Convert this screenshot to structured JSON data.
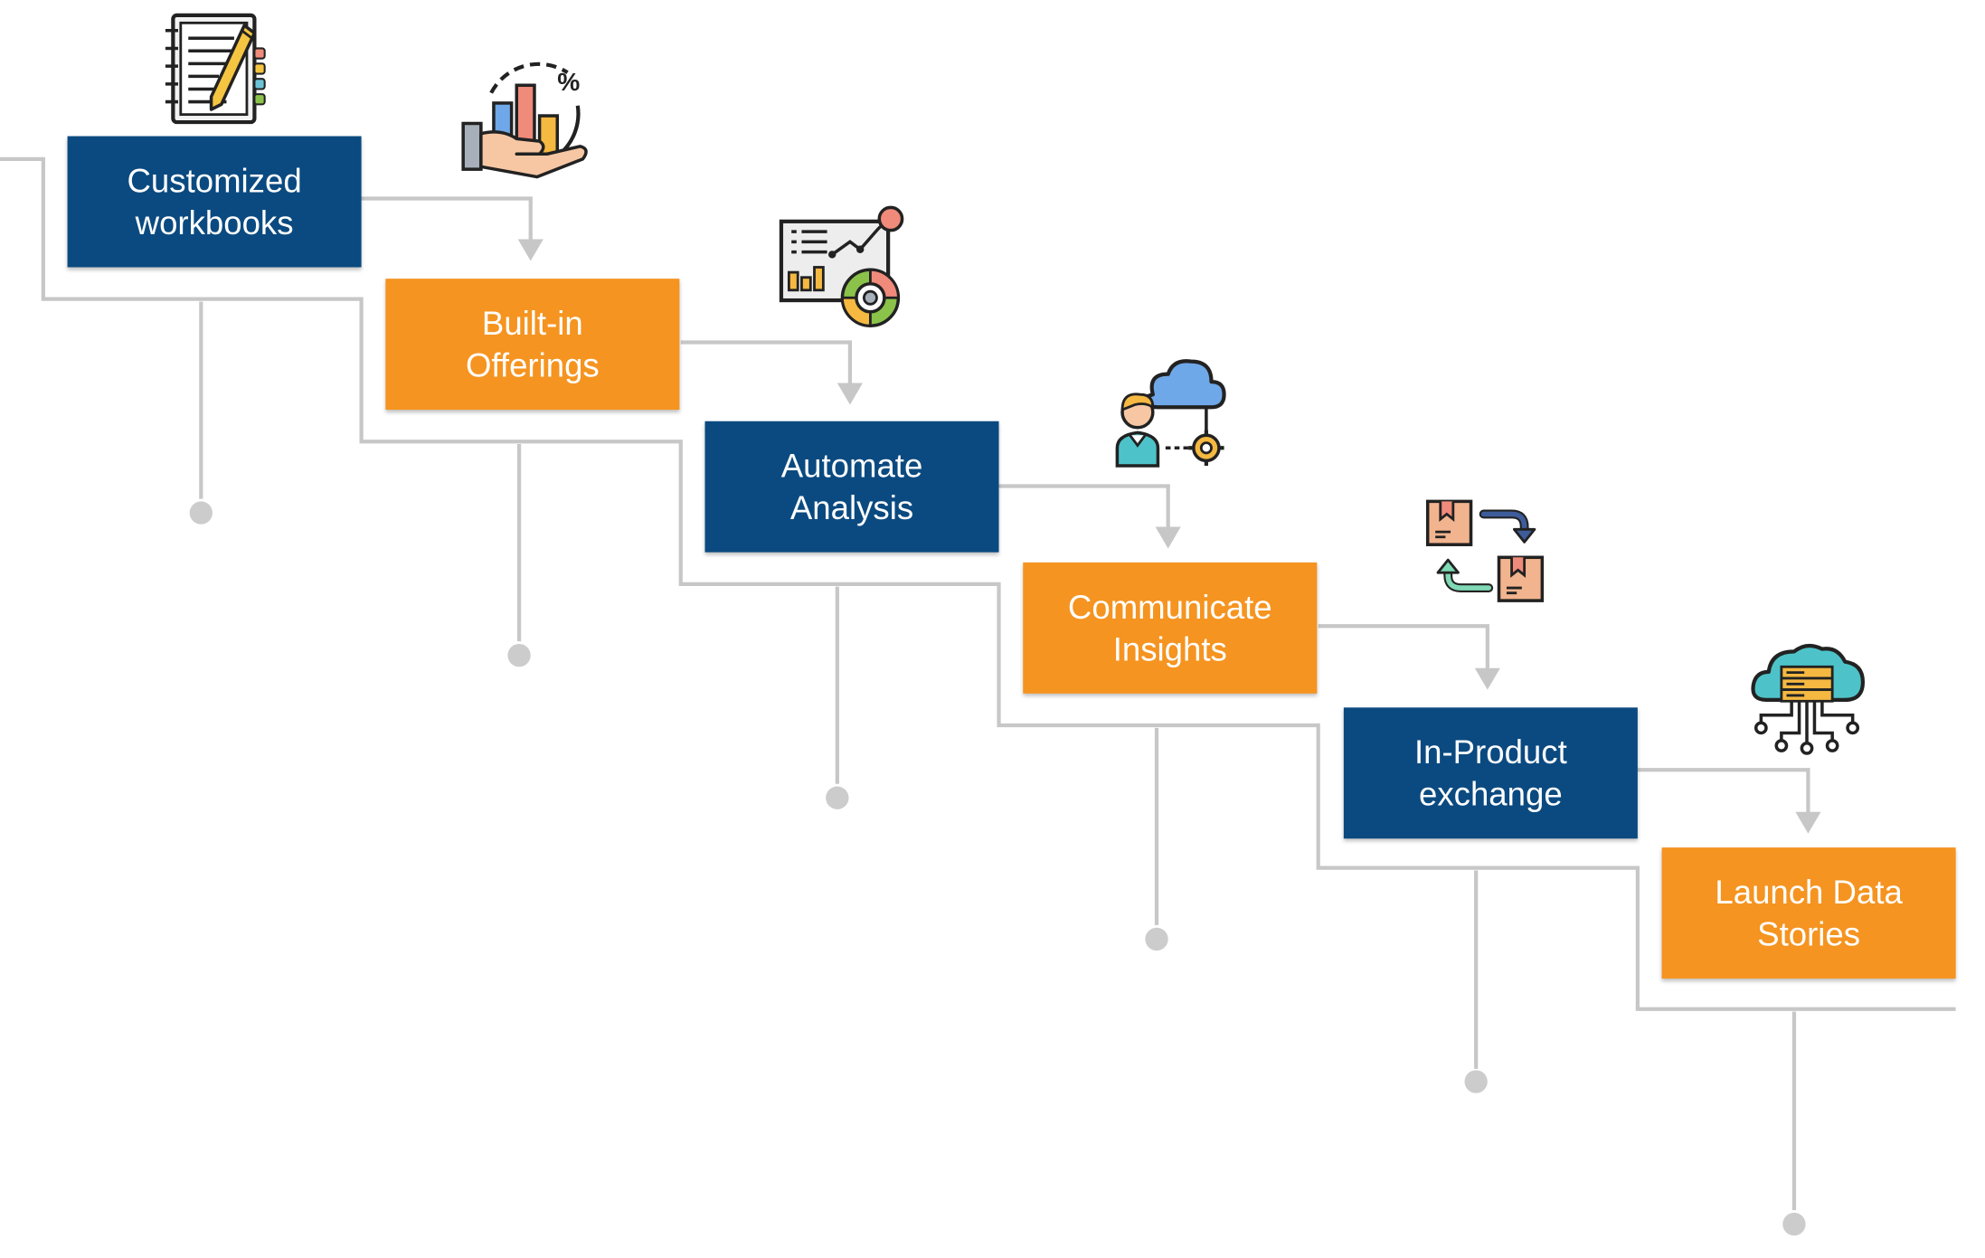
{
  "colors": {
    "navy": "#0B4A80",
    "orange": "#F59420",
    "connector": "#C7C7C7",
    "dot": "#CCCCCC"
  },
  "steps": [
    {
      "label": "Customized\nworkbooks",
      "color": "navy",
      "icon": "notebook-pencil-icon"
    },
    {
      "label": "Built-in\nOfferings",
      "color": "orange",
      "icon": "hand-bar-chart-percent-icon"
    },
    {
      "label": "Automate\nAnalysis",
      "color": "navy",
      "icon": "dashboard-analytics-icon"
    },
    {
      "label": "Communicate\nInsights",
      "color": "orange",
      "icon": "person-cloud-gear-icon"
    },
    {
      "label": "In-Product\nexchange",
      "color": "navy",
      "icon": "box-exchange-arrows-icon"
    },
    {
      "label": "Launch Data\nStories",
      "color": "orange",
      "icon": "cloud-server-network-icon"
    }
  ]
}
